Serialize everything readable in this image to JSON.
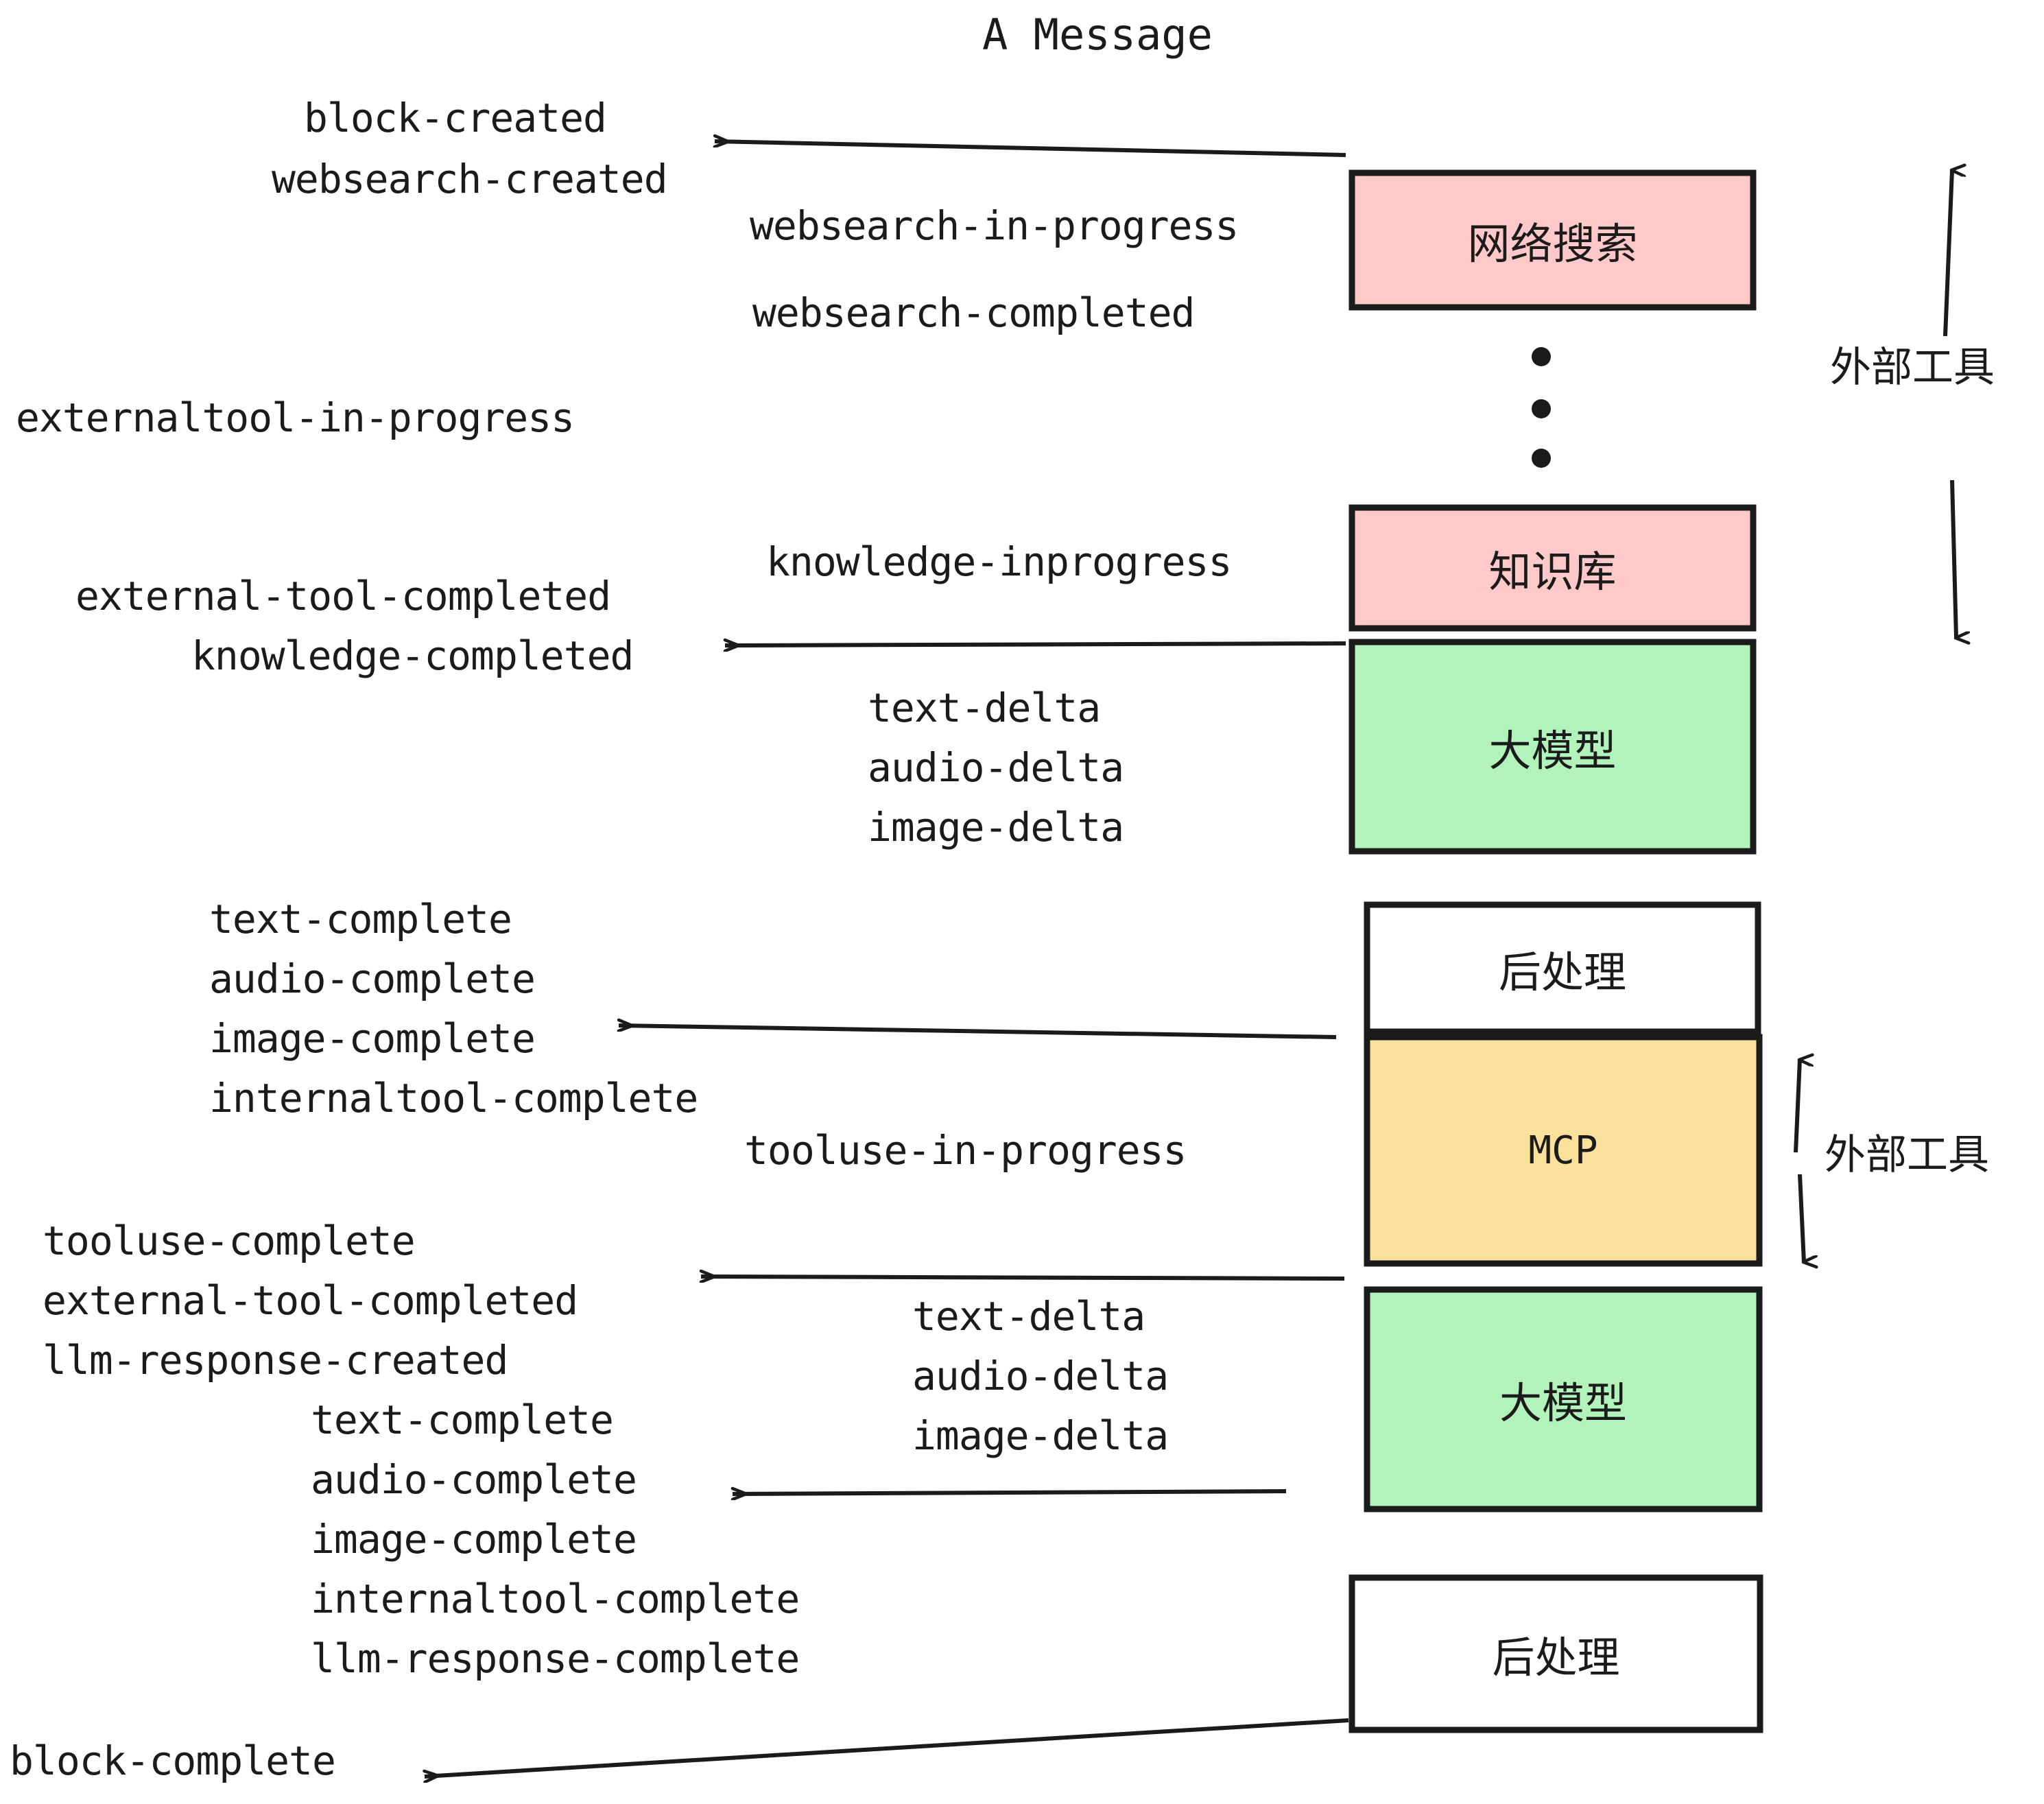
{
  "diagram": {
    "title": "A Message",
    "colors": {
      "pink": "#FFC9C9",
      "green": "#B2F2BB",
      "yellow": "#FAE19B",
      "white": "#FFFFFF",
      "stroke": "#1b1b1b",
      "background": "#FFFFFF"
    },
    "boxes": [
      {
        "label": "网络搜索",
        "fill": "pink"
      },
      {
        "label": "知识库",
        "fill": "pink"
      },
      {
        "label": "大模型",
        "fill": "green"
      },
      {
        "label": "后处理",
        "fill": "white"
      },
      {
        "label": "MCP",
        "fill": "yellow"
      },
      {
        "label": "大模型",
        "fill": "green"
      },
      {
        "label": "后处理",
        "fill": "white"
      }
    ],
    "side_annotations": [
      {
        "label": "外部工具"
      },
      {
        "label": "外部工具"
      }
    ],
    "events": [
      {
        "text": "block-created"
      },
      {
        "text": "websearch-created"
      },
      {
        "text": "websearch-in-progress"
      },
      {
        "text": "websearch-completed"
      },
      {
        "text": "externaltool-in-progress"
      },
      {
        "text": "knowledge-inprogress"
      },
      {
        "text": "external-tool-completed"
      },
      {
        "text": "knowledge-completed"
      },
      {
        "text": "text-delta"
      },
      {
        "text": "audio-delta"
      },
      {
        "text": "image-delta"
      },
      {
        "text": "text-complete"
      },
      {
        "text": "audio-complete"
      },
      {
        "text": "image-complete"
      },
      {
        "text": "internaltool-complete"
      },
      {
        "text": "tooluse-in-progress"
      },
      {
        "text": "tooluse-complete"
      },
      {
        "text": "external-tool-completed"
      },
      {
        "text": "llm-response-created"
      },
      {
        "text": "text-complete"
      },
      {
        "text": "audio-complete"
      },
      {
        "text": "image-complete"
      },
      {
        "text": "internaltool-complete"
      },
      {
        "text": "llm-response-complete"
      },
      {
        "text": "block-complete"
      }
    ],
    "ellipsis_dots": 3
  }
}
